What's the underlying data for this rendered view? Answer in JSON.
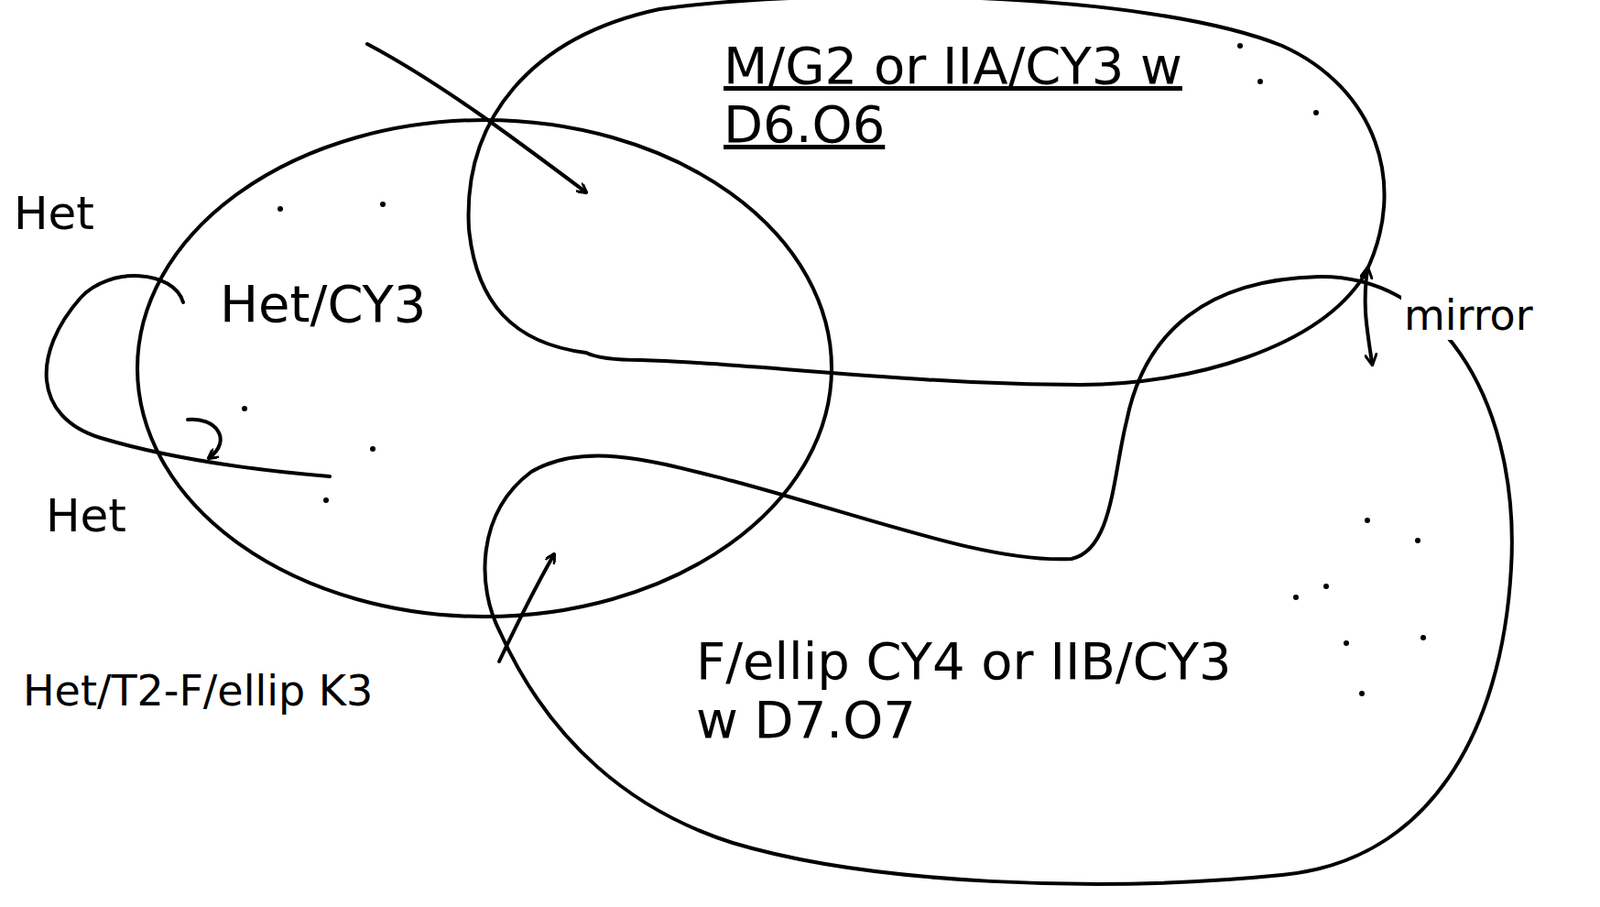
{
  "diagram": {
    "nodes": [
      {
        "text": [
          "Het/CY3"
        ]
      },
      {
        "text": [
          "M/G2 or IIA/CY3 w D6.O6"
        ]
      },
      {
        "text": [
          "F/ellip CY4 or IIB/CY3 w D7.O7"
        ]
      }
    ],
    "edges": [
      {
        "from": 1,
        "to": 2,
        "arrow": "both",
        "label": "mirror"
      }
    ],
    "labels": [
      "Het",
      "Het",
      "Het/T2-F/ellip K3"
    ]
  }
}
